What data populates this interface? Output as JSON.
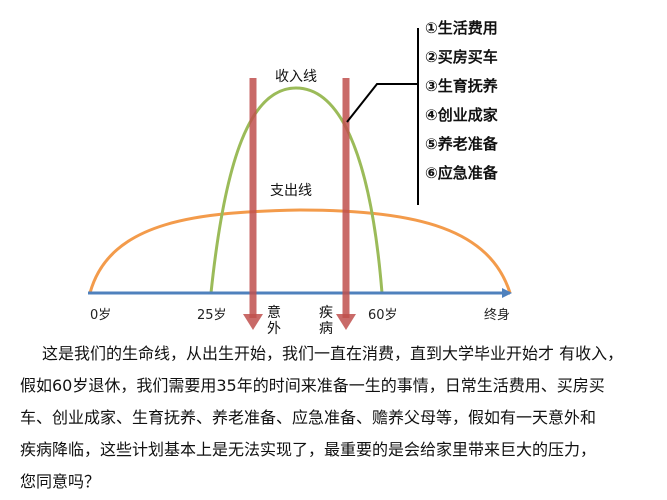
{
  "diagram": {
    "income_label": "收入线",
    "expense_label": "支出线",
    "axis_ticks": [
      "0岁",
      "25岁",
      "60岁",
      "终身"
    ],
    "events": [
      {
        "label_top": "意",
        "label_bottom": "外"
      },
      {
        "label_top": "疾",
        "label_bottom": "病"
      }
    ],
    "needs_list": [
      "①生活费用",
      "②买房买车",
      "③生育抚养",
      "④创业成家",
      "⑤养老准备",
      "⑥应急准备"
    ],
    "colors": {
      "income_curve": "#9bbb59",
      "expense_curve": "#f39b4b",
      "axis": "#4f81bd",
      "event_arrow": "#c0504d",
      "bracket": "#000000"
    }
  },
  "paragraph": {
    "lines": [
      "这是我们的生命线，从出生开始，我们一直在消费，直到大学毕业开始才 有收入，",
      "假如60岁退休，我们需要用35年的时间来准备一生的事情，日常生活费用、买房买",
      "车、创业成家、生育抚养、养老准备、应急准备、赡养父母等，假如有一天意外和",
      "疾病降临，这些计划基本上是无法实现了，最重要的是会给家里带来巨大的压力，",
      "您同意吗？"
    ]
  }
}
